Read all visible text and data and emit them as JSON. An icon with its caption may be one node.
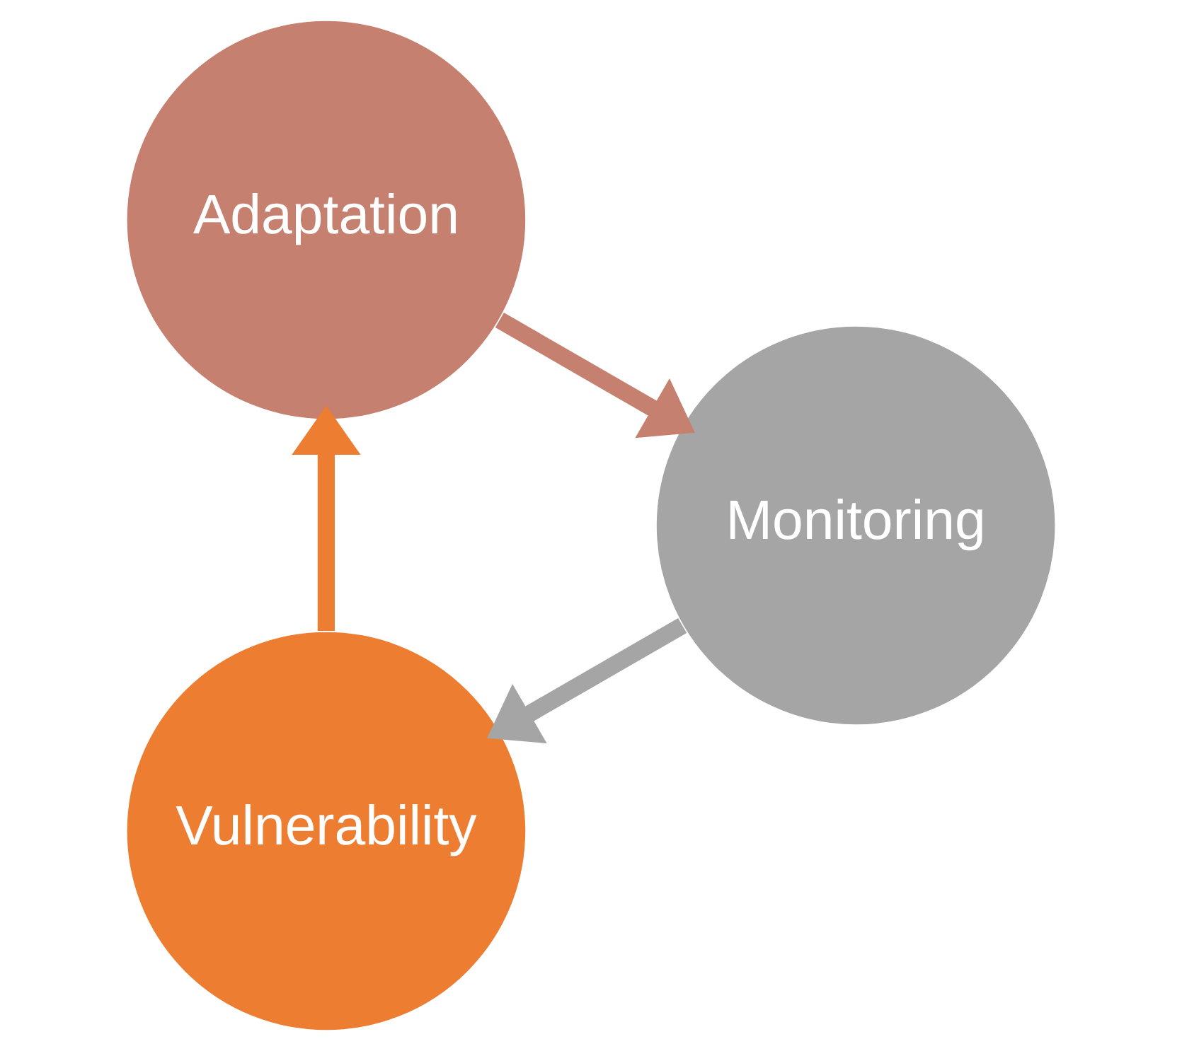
{
  "diagram": {
    "nodes": [
      {
        "text": [
          "Vulnerability"
        ]
      },
      {
        "text": [
          "Adaptation"
        ]
      },
      {
        "text": [
          "Monitoring"
        ]
      }
    ],
    "edges": [
      {
        "from": 0,
        "to": 1,
        "arrow": "to",
        "color": "#ed7d31"
      },
      {
        "from": 1,
        "to": 2,
        "arrow": "to",
        "color": "#c5806f"
      },
      {
        "from": 2,
        "to": 0,
        "arrow": "to",
        "color": "#a5a5a5"
      }
    ]
  }
}
